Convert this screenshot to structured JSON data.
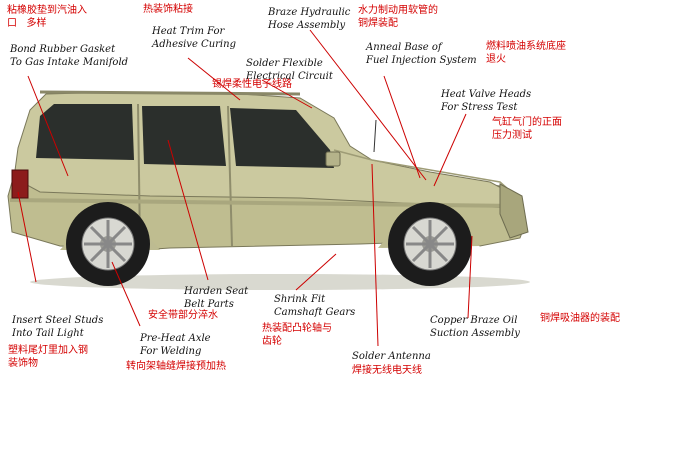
{
  "colors": {
    "leader_line": "#cc0000",
    "body": "#c9c79d",
    "body_shade": "#a9a67b",
    "glass": "#2a2d2a",
    "tire": "#1a1a1a",
    "wheel": "#d8d8d2",
    "chinese_text": "#d40000"
  },
  "callouts": [
    {
      "id": "bond-rubber-gasket",
      "en": "Bond Rubber Gasket\nTo Gas Intake Manifold",
      "zh": "粘橡胶垫到汽油入\n口   多样"
    },
    {
      "id": "heat-trim",
      "en": "Heat Trim For\nAdhesive Curing",
      "zh": "热装饰粘接"
    },
    {
      "id": "solder-flexible",
      "en": "Solder Flexible\nElectrical Circuit",
      "zh": "锡焊柔性电子线路"
    },
    {
      "id": "braze-hydraulic",
      "en": "Braze Hydraulic\nHose Assembly",
      "zh": "水力制动用软管的\n铜焊装配"
    },
    {
      "id": "anneal-base",
      "en": "Anneal Base of\nFuel Injection System",
      "zh": "燃料喷油系统底座\n退火"
    },
    {
      "id": "heat-valve-heads",
      "en": "Heat Valve Heads\nFor Stress Test",
      "zh": "气缸气门的正面\n压力测试"
    },
    {
      "id": "insert-steel-studs",
      "en": "Insert Steel Studs\nInto Tail Light",
      "zh": "塑料尾灯里加入钢\n装饰物"
    },
    {
      "id": "harden-seat-belt",
      "en": "Harden Seat\nBelt Parts",
      "zh": "安全带部分淬水"
    },
    {
      "id": "pre-heat-axle",
      "en": "Pre-Heat Axle\nFor Welding",
      "zh": "转向架轴缝焊接预加热"
    },
    {
      "id": "shrink-fit",
      "en": "Shrink Fit\nCamshaft Gears",
      "zh": "热装配凸轮轴与\n齿轮"
    },
    {
      "id": "solder-antenna",
      "en": "Solder Antenna",
      "zh": "焊接无线电天线"
    },
    {
      "id": "copper-braze-oil",
      "en": "Copper Braze Oil\nSuction Assembly",
      "zh": "铜焊吸油器的装配"
    }
  ]
}
